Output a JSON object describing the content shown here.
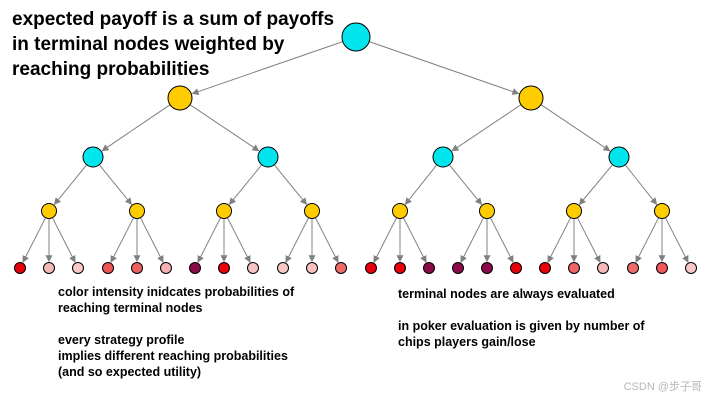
{
  "title_lines": [
    "expected payoff is a sum of payoffs",
    "in terminal nodes weighted by",
    "reaching probabilities"
  ],
  "notes": {
    "left_lines": [
      "color intensity inidcates probabilities of",
      "reaching terminal nodes",
      "",
      "every strategy profile",
      "implies different reaching probabilities",
      "(and so expected utility)"
    ],
    "right_lines": [
      "terminal nodes are always evaluated",
      "",
      "in poker evaluation is given by number of",
      "chips players gain/lose"
    ]
  },
  "watermark": "CSDN @步子哥",
  "colors": {
    "chance_node": "#00e5ee",
    "player_node": "#ffcc00",
    "edge": "#808080",
    "node_outline": "#000000"
  },
  "terminal_colors": [
    "#e8000a",
    "#f7b8b8",
    "#fbc8c8",
    "#ee5555",
    "#ee6060",
    "#f7b0b0",
    "#8b0a4a",
    "#e8000a",
    "#f8c4c4",
    "#fbc8c8",
    "#f9c0c0",
    "#f06a6a",
    "#e8000a",
    "#e8000a",
    "#8b0a4a",
    "#8b0a4a",
    "#8b0a4a",
    "#e8000a",
    "#e8000a",
    "#ef6464",
    "#f7b8b8",
    "#f06a6a",
    "#ee5858",
    "#fbc8c8"
  ]
}
